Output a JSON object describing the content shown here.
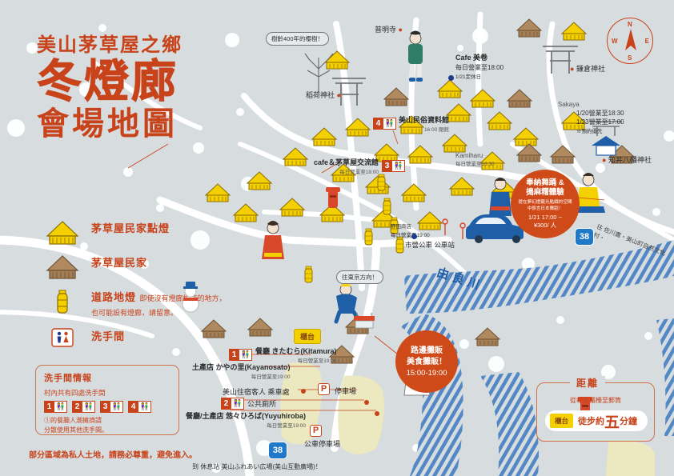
{
  "title": {
    "sub": "美山茅草屋之鄉",
    "main": "冬燈廊",
    "main2": "會場地圖"
  },
  "legend": {
    "items": [
      {
        "icon": "thatched-house-lit-icon",
        "label": "茅草屋民家點燈",
        "note": ""
      },
      {
        "icon": "thatched-house-icon",
        "label": "茅草屋民家",
        "note": ""
      },
      {
        "icon": "road-lantern-icon",
        "label": "道路地燈",
        "note": "即使沒有燈廊標誌的地方，\n也可能設有燈廊，請留意。"
      },
      {
        "icon": "restroom-icon",
        "label": "洗手間",
        "note": ""
      }
    ]
  },
  "restroom_box": {
    "title": "洗手間情報",
    "subtitle": "村內共有四處洗手間",
    "badges": [
      "1",
      "2",
      "3",
      "4"
    ],
    "footnote": "①的餐廳人潮擁擠請\n分散使用其他洗手間。"
  },
  "distance_box": {
    "title": "距離",
    "subtitle": "從報到櫃檯至郵筒",
    "badge": "櫃台",
    "walk_prefix": "徒步約",
    "walk_number": "五",
    "walk_suffix": "分鐘"
  },
  "compass": {
    "n": "N",
    "e": "E",
    "s": "S",
    "w": "W"
  },
  "circles": {
    "event": {
      "line1": "奉納舞踊 &",
      "line2": "搗麻糬體驗",
      "line3": "提在夢幻燈籠光點綴的空間",
      "line4": "中祭言日本舞蹈！",
      "line5": "1/21 17:00 ~",
      "line6": "¥300/ 人"
    },
    "food": {
      "line1": "路邊攤販",
      "line2": "美食攤販！",
      "line3": "15:00-19:00"
    }
  },
  "map_labels": {
    "cherry_tree": "樹齡400年的櫻樹！",
    "inari_shrine": "稻荷神社",
    "fumyoji": "普明寺",
    "kamakura_shrine": "鎌倉神社",
    "chii_hachiman": "知井八幡神社",
    "sakaya": "Sakaya",
    "kamiharu": "Kamiharu",
    "cafe_mikan": "Cafe 美卷",
    "cafe_mikan_hours1": "每日營業至18:00",
    "cafe_mikan_hours2": "1/21定休日",
    "sakaya_hours1": "1/20營業至18:30",
    "sakaya_hours2": "1/23營業至17:00",
    "sakaya_hours3": "※預約優先",
    "folk_museum": "美山民俗資料館",
    "folk_museum_hours": "16:00 閉館",
    "cafe_kayabuki": "cafe＆茅草屋交流館",
    "cafe_kayabuki_hours": "每日營業至18:00",
    "kamiharu_hours": "每日營業至16:30",
    "noda_shop": "野田商店",
    "noda_shop_hours": "每日營業至19:00",
    "bus_stop": "市營公車 公車站",
    "river": "由良川",
    "diagonal_road": "往 佐川鷹・美山町自然文化村・",
    "reception": "櫃台",
    "go_east_tag": "往東京方向！",
    "kitamura": "餐廳 きたむら(Kitamura)",
    "kitamura_hours": "每日營業至19:00",
    "kayanosato": "土產店 かやの里(Kayanosato)",
    "kayanosato_hours": "每日營業至19:00",
    "shuttle": "美山住宿客人 乘車處",
    "parking1": "停車場",
    "public_toilet": "公共廁所",
    "yuyuhiroba": "餐廳/土產店 悠々ひろば(Yuyuhiroba)",
    "yuyuhiroba_hours": "每日營業至19:00",
    "bus_parking": "公車停車場",
    "route_number": "38"
  },
  "footer": {
    "private_land": "部分區域為私人土地，請務必尊重，避免進入。",
    "roadstation": "到 休息站 美山ふれあい広場(美山互動廣場)！"
  },
  "colors": {
    "accent_orange": "#c8421a",
    "circle_orange": "#cf4a19",
    "house_yellow": "#f5d000",
    "house_brown": "#b08a5e",
    "river_blue": "#2a6fc0",
    "bg": "#d7dcdf"
  }
}
